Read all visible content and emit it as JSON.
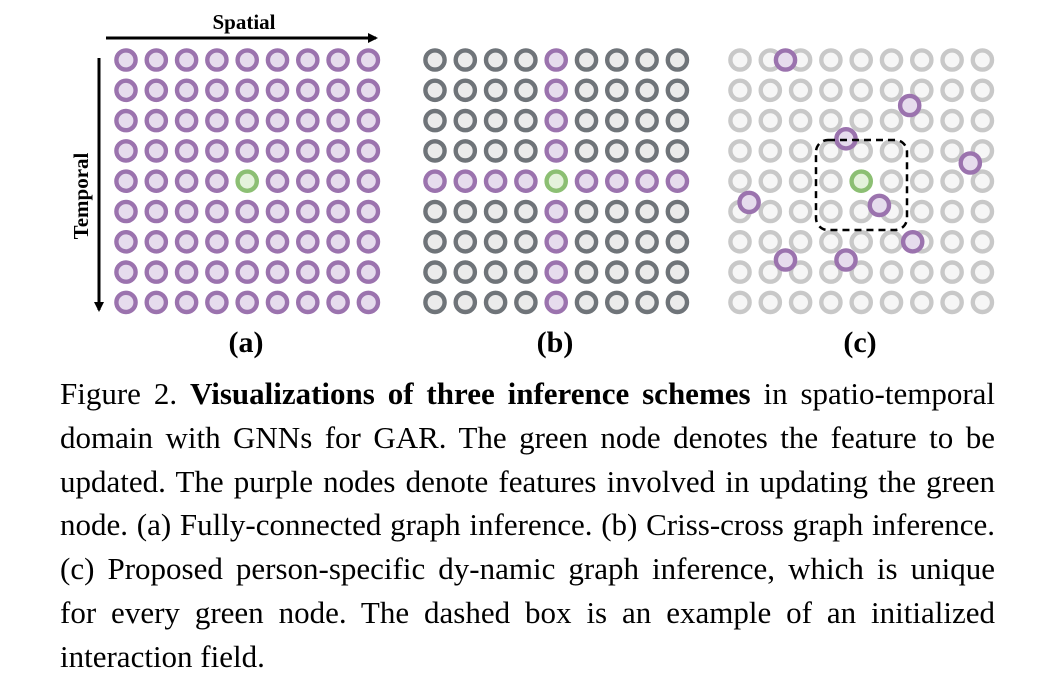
{
  "axes": {
    "spatial_label": "Spatial",
    "temporal_label": "Temporal"
  },
  "panels": [
    {
      "label": "(a)",
      "scheme": "fully-connected"
    },
    {
      "label": "(b)",
      "scheme": "criss-cross"
    },
    {
      "label": "(c)",
      "scheme": "dynamic"
    }
  ],
  "grid": {
    "rows": 9,
    "cols": 9,
    "center": [
      4,
      4
    ]
  },
  "dynamic_purple_nodes": [
    [
      0,
      1.5
    ],
    [
      1.5,
      5.6
    ],
    [
      2.6,
      3.5
    ],
    [
      3.4,
      7.6
    ],
    [
      4.7,
      0.3
    ],
    [
      4.8,
      4.6
    ],
    [
      6.0,
      5.7
    ],
    [
      6.6,
      1.5
    ],
    [
      6.6,
      3.5
    ]
  ],
  "colors": {
    "purple": "#9b73ae",
    "purple_fill": "#e6dced",
    "green": "#8cbf73",
    "green_fill": "#e4f2db",
    "gray": "#6f7479",
    "gray_fill": "#ebebeb",
    "light_gray": "#c8c8c8",
    "light_fill": "#f6f6f6"
  },
  "caption": {
    "prefix": "Figure 2.",
    "bold": "Visualizations of three inference schemes",
    "rest": "in spatio-temporal domain with GNNs for GAR. The green node denotes the feature to be updated. The purple nodes denote features involved in updating the green node. (a) Fully-connected graph inference. (b) Criss-cross graph inference. (c) Proposed person-specific dy-namic graph inference, which is unique for every green node. The dashed box is an example of an initialized interaction field."
  }
}
